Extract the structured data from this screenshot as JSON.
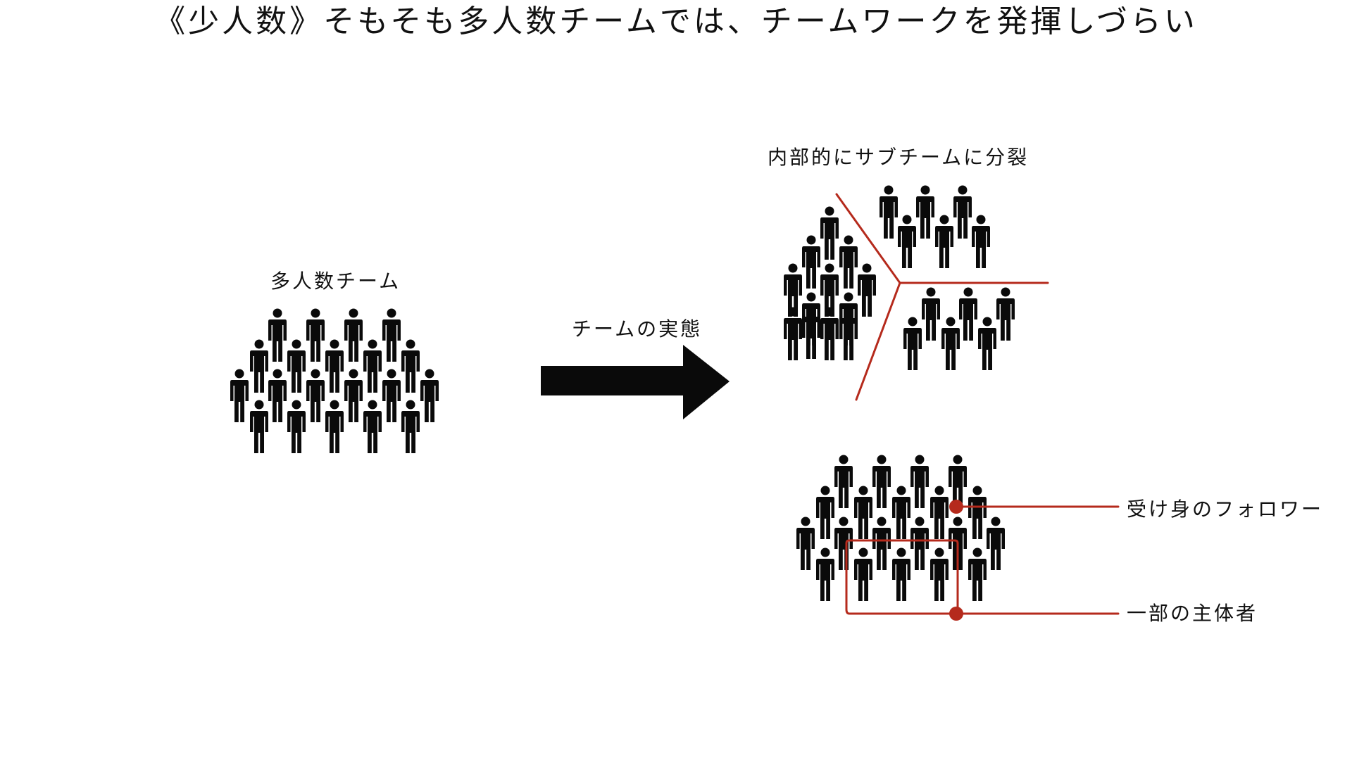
{
  "title": "《少人数》そもそも多人数チームでは、チームワークを発揮しづらい",
  "left_group": {
    "label": "多人数チーム"
  },
  "arrow": {
    "label": "チームの実態"
  },
  "right_top": {
    "label": "内部的にサブチームに分裂"
  },
  "right_bottom": {
    "callout_top": "受け身のフォロワー",
    "callout_bottom": "一部の主体者"
  },
  "colors": {
    "figure": "#0a0a0a",
    "accent": "#b52a1c",
    "arrow": "#0a0a0a",
    "text": "#111111"
  },
  "icons": {
    "person": "person-icon"
  }
}
